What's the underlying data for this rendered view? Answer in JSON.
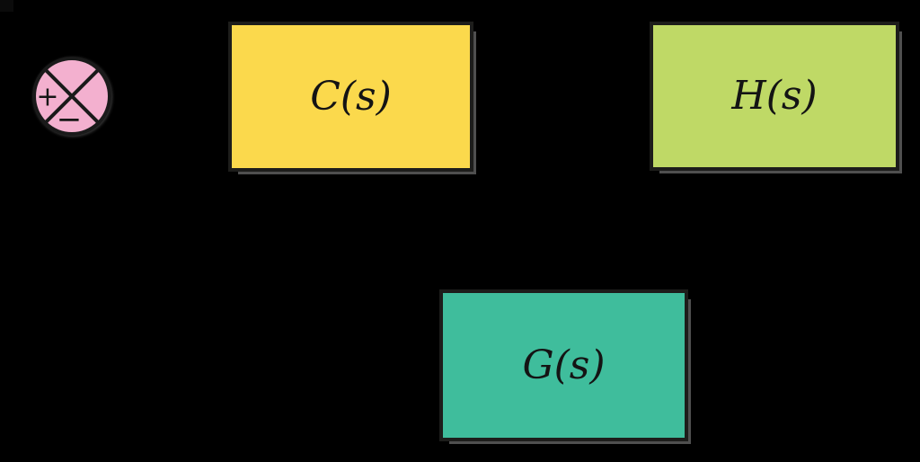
{
  "canvas": {
    "background": "#000000"
  },
  "diagram": {
    "summing_junction": {
      "fill": "#F3B0CF",
      "stroke": "#1a1a1a",
      "plus_sign": "+",
      "minus_sign": "−"
    },
    "blocks": [
      {
        "id": "controller",
        "label": "C(s)",
        "fill": "#FBD94C"
      },
      {
        "id": "feedback",
        "label": "H(s)",
        "fill": "#BFD966"
      },
      {
        "id": "plant",
        "label": "G(s)",
        "fill": "#3FBD9C"
      }
    ]
  }
}
